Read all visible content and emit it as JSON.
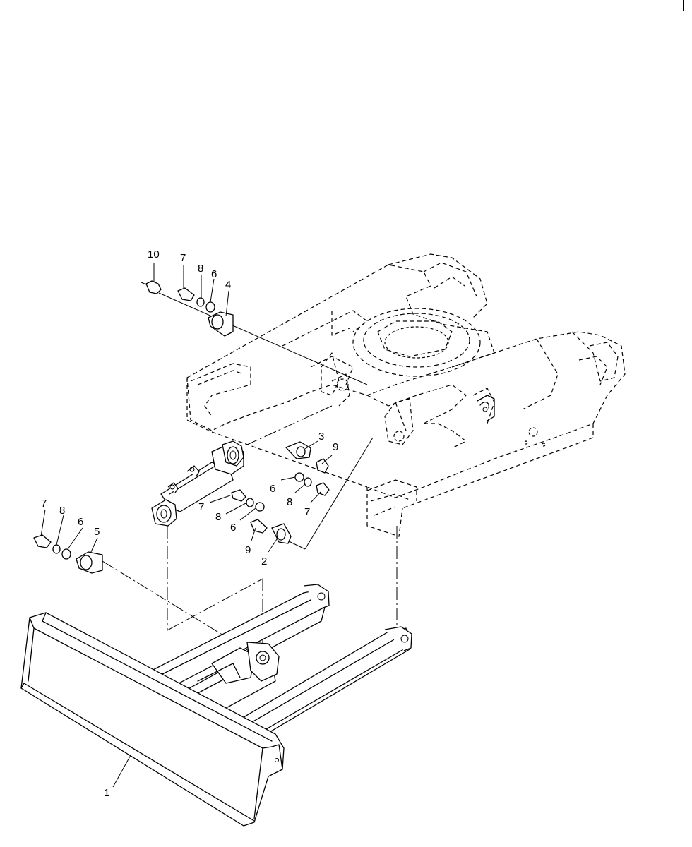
{
  "page_ref": "",
  "colors": {
    "ink": "#000000",
    "paper": "#ffffff"
  },
  "callouts": [
    {
      "id": "c10",
      "text": "10"
    },
    {
      "id": "c7a",
      "text": "7"
    },
    {
      "id": "c8a",
      "text": "8"
    },
    {
      "id": "c6a",
      "text": "6"
    },
    {
      "id": "c4",
      "text": "4"
    },
    {
      "id": "c3",
      "text": "3"
    },
    {
      "id": "c9a",
      "text": "9"
    },
    {
      "id": "c6b",
      "text": "6"
    },
    {
      "id": "c8b",
      "text": "8"
    },
    {
      "id": "c7b",
      "text": "7"
    },
    {
      "id": "c7c",
      "text": "7"
    },
    {
      "id": "c8c",
      "text": "8"
    },
    {
      "id": "c6c",
      "text": "6"
    },
    {
      "id": "c9b",
      "text": "9"
    },
    {
      "id": "c2",
      "text": "2"
    },
    {
      "id": "c7d",
      "text": "7"
    },
    {
      "id": "c8d",
      "text": "8"
    },
    {
      "id": "c6d",
      "text": "6"
    },
    {
      "id": "c5",
      "text": "5"
    },
    {
      "id": "c1",
      "text": "1"
    }
  ]
}
